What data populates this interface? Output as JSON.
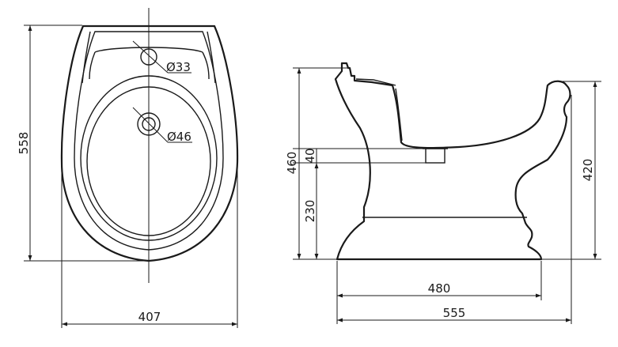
{
  "dimensions": {
    "front_height": "558",
    "front_width": "407",
    "tap_hole_diameter": "Ø33",
    "drain_diameter": "Ø46",
    "side_total_height": "460",
    "drain_offset": "40",
    "drain_height": "230",
    "rim_height": "420",
    "base_length": "480",
    "total_length": "555"
  },
  "colors": {
    "stroke": "#1a1a1a",
    "background": "#ffffff"
  }
}
